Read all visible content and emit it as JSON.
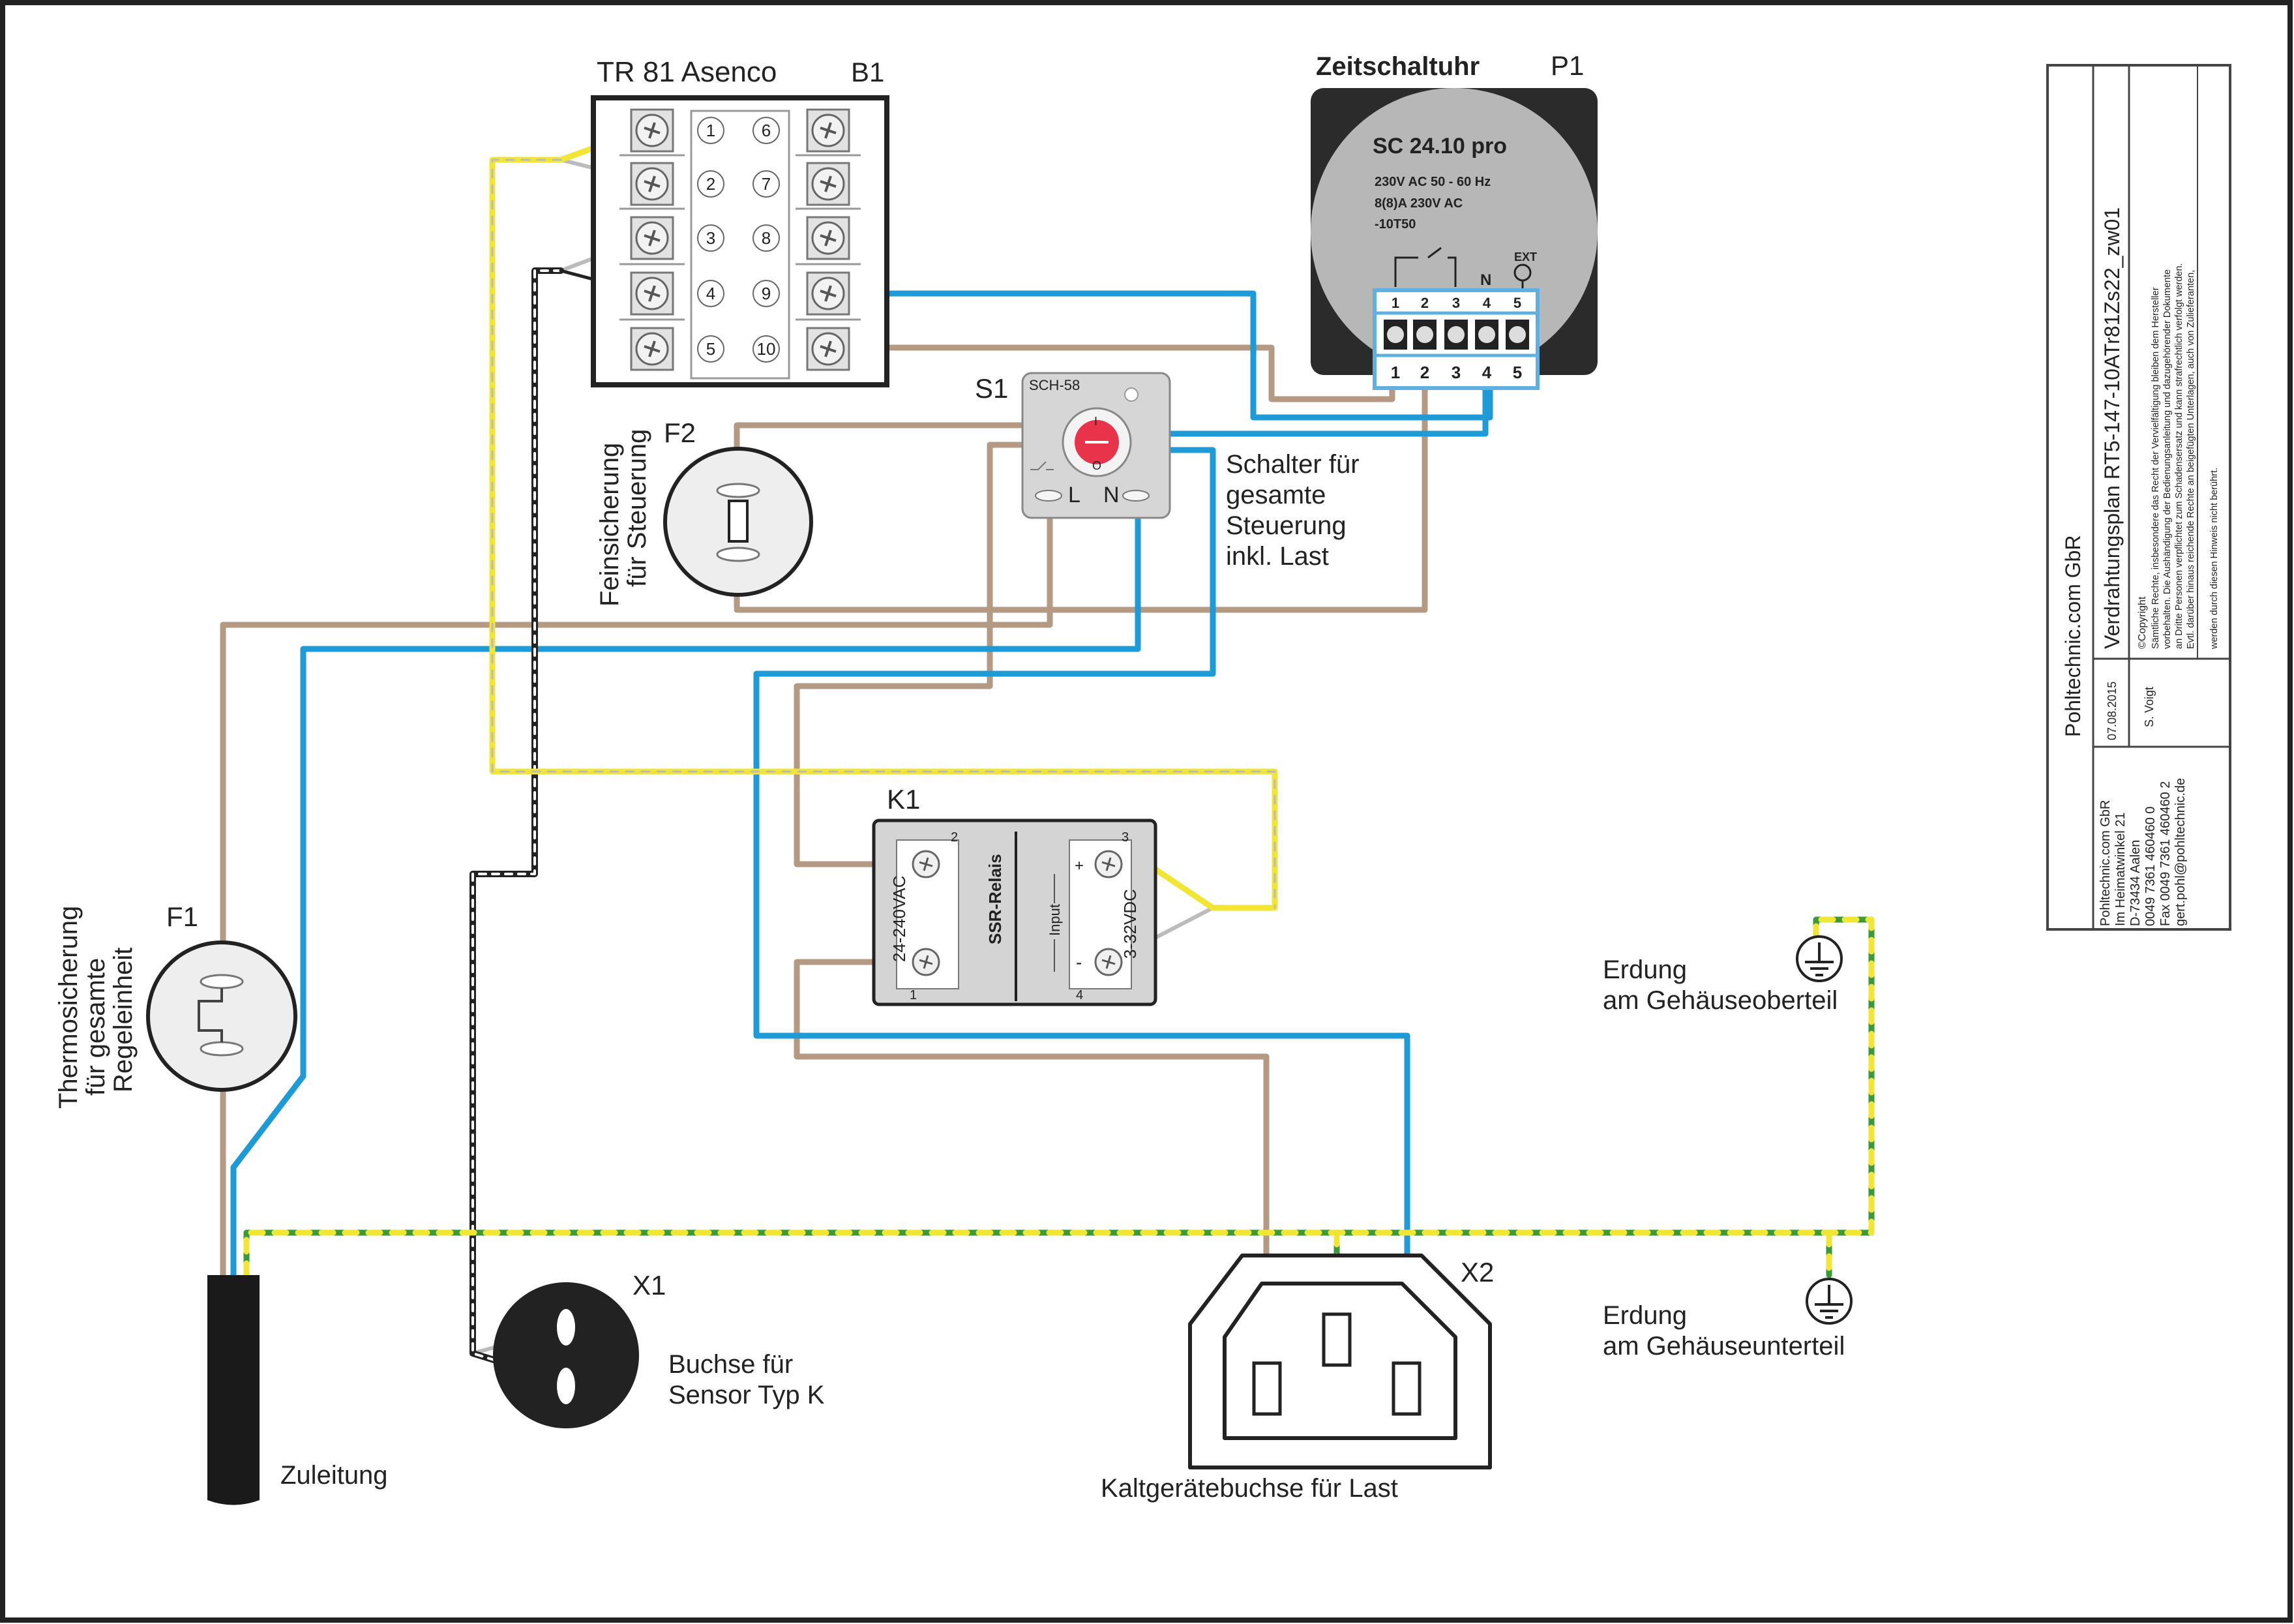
{
  "colors": {
    "frame": "#222222",
    "brown": "#b49a82",
    "blue": "#1e9ad6",
    "yellow": "#f2e635",
    "green": "#3a9a3a",
    "gray_wire": "#bbbbbb",
    "black_wire": "#222222",
    "timer_body": "#2b2b2b",
    "timer_face": "#b7b7b7",
    "knob_red": "#e8334a",
    "terminal_blue": "#5fb0e0"
  },
  "thermostat": {
    "title": "TR 81 Asenco",
    "ref": "B1",
    "pins_left": [
      "1",
      "2",
      "3",
      "4",
      "5"
    ],
    "pins_right": [
      "6",
      "7",
      "8",
      "9",
      "10"
    ]
  },
  "timer": {
    "title": "Zeitschaltuhr",
    "ref": "P1",
    "model": "SC 24.10 pro",
    "spec1": "230V AC 50 - 60 Hz",
    "spec2": "8(8)A 230V AC",
    "spec3": "-10T50",
    "n_label": "N",
    "ext_label": "EXT",
    "terminals_top": [
      "1",
      "2",
      "3",
      "4",
      "5"
    ],
    "terminals_bottom": [
      "1",
      "2",
      "3",
      "4",
      "5"
    ]
  },
  "switch": {
    "ref": "S1",
    "model": "SCH-58",
    "l_label": "L",
    "n_label": "N",
    "i_mark": "I",
    "o_mark": "O",
    "desc_line1": "Schalter für",
    "desc_line2": "gesamte",
    "desc_line3": "Steuerung",
    "desc_line4": "inkl. Last"
  },
  "fuse_f2": {
    "ref": "F2",
    "desc_line1": "Feinsicherung",
    "desc_line2": "für Steuerung"
  },
  "fuse_f1": {
    "ref": "F1",
    "desc_line1": "Thermosicherung",
    "desc_line2": "für gesamte",
    "desc_line3": "Regeleinheit"
  },
  "relay": {
    "ref": "K1",
    "label": "SSR-Relais",
    "input_label": "Input",
    "ac_label": "24-240VAC",
    "dc_label": "3-32VDC",
    "plus": "+",
    "minus": "-",
    "pin1": "1",
    "pin2": "2",
    "pin3": "3",
    "pin4": "4"
  },
  "socket_x1": {
    "ref": "X1",
    "desc_line1": "Buchse für",
    "desc_line2": "Sensor Typ K"
  },
  "socket_x2": {
    "ref": "X2",
    "desc": "Kaltgerätebuchse für Last"
  },
  "cable": {
    "label": "Zuleitung"
  },
  "ground_top": {
    "line1": "Erdung",
    "line2": "am Gehäuseoberteil"
  },
  "ground_bottom": {
    "line1": "Erdung",
    "line2": "am Gehäuseunterteil"
  },
  "title_block": {
    "company": "Pohltechnic.com GbR",
    "plan_title": "Verdrahtungsplan  RT5-147-10ATr81Zs22_zw01",
    "date": "07.08.2015",
    "author": "S. Voigt",
    "addr1": "Pohltechnic.com GbR",
    "addr2": "Im Heimatwinkel 21",
    "addr3": "D-73434 Aalen",
    "addr4": "0049 7361 460460 0",
    "addr5": "Fax 0049 7361 460460 2",
    "addr6": "gert.pohl@pohltechnic.de",
    "copyright_title": "©Copyright",
    "copyright1": "Sämtliche Rechte, insbesondere das Recht  der Vervielfältigung bleiben dem Hersteller",
    "copyright2": "vorbehalten. Die Aushändigung der Bedienungsanleitung und dazugehörender Dokumente",
    "copyright3": "an Dritte Personen verpflichtet zum Schadensersatz und kann strafrechtlich verfolgt werden.",
    "copyright4": "Evtl. darüber hinaus reichende Rechte an beigefügten Unterlagen, auch von Zulieferanten,",
    "copyright5": "werden durch diesen Hinweis nicht berührt."
  }
}
